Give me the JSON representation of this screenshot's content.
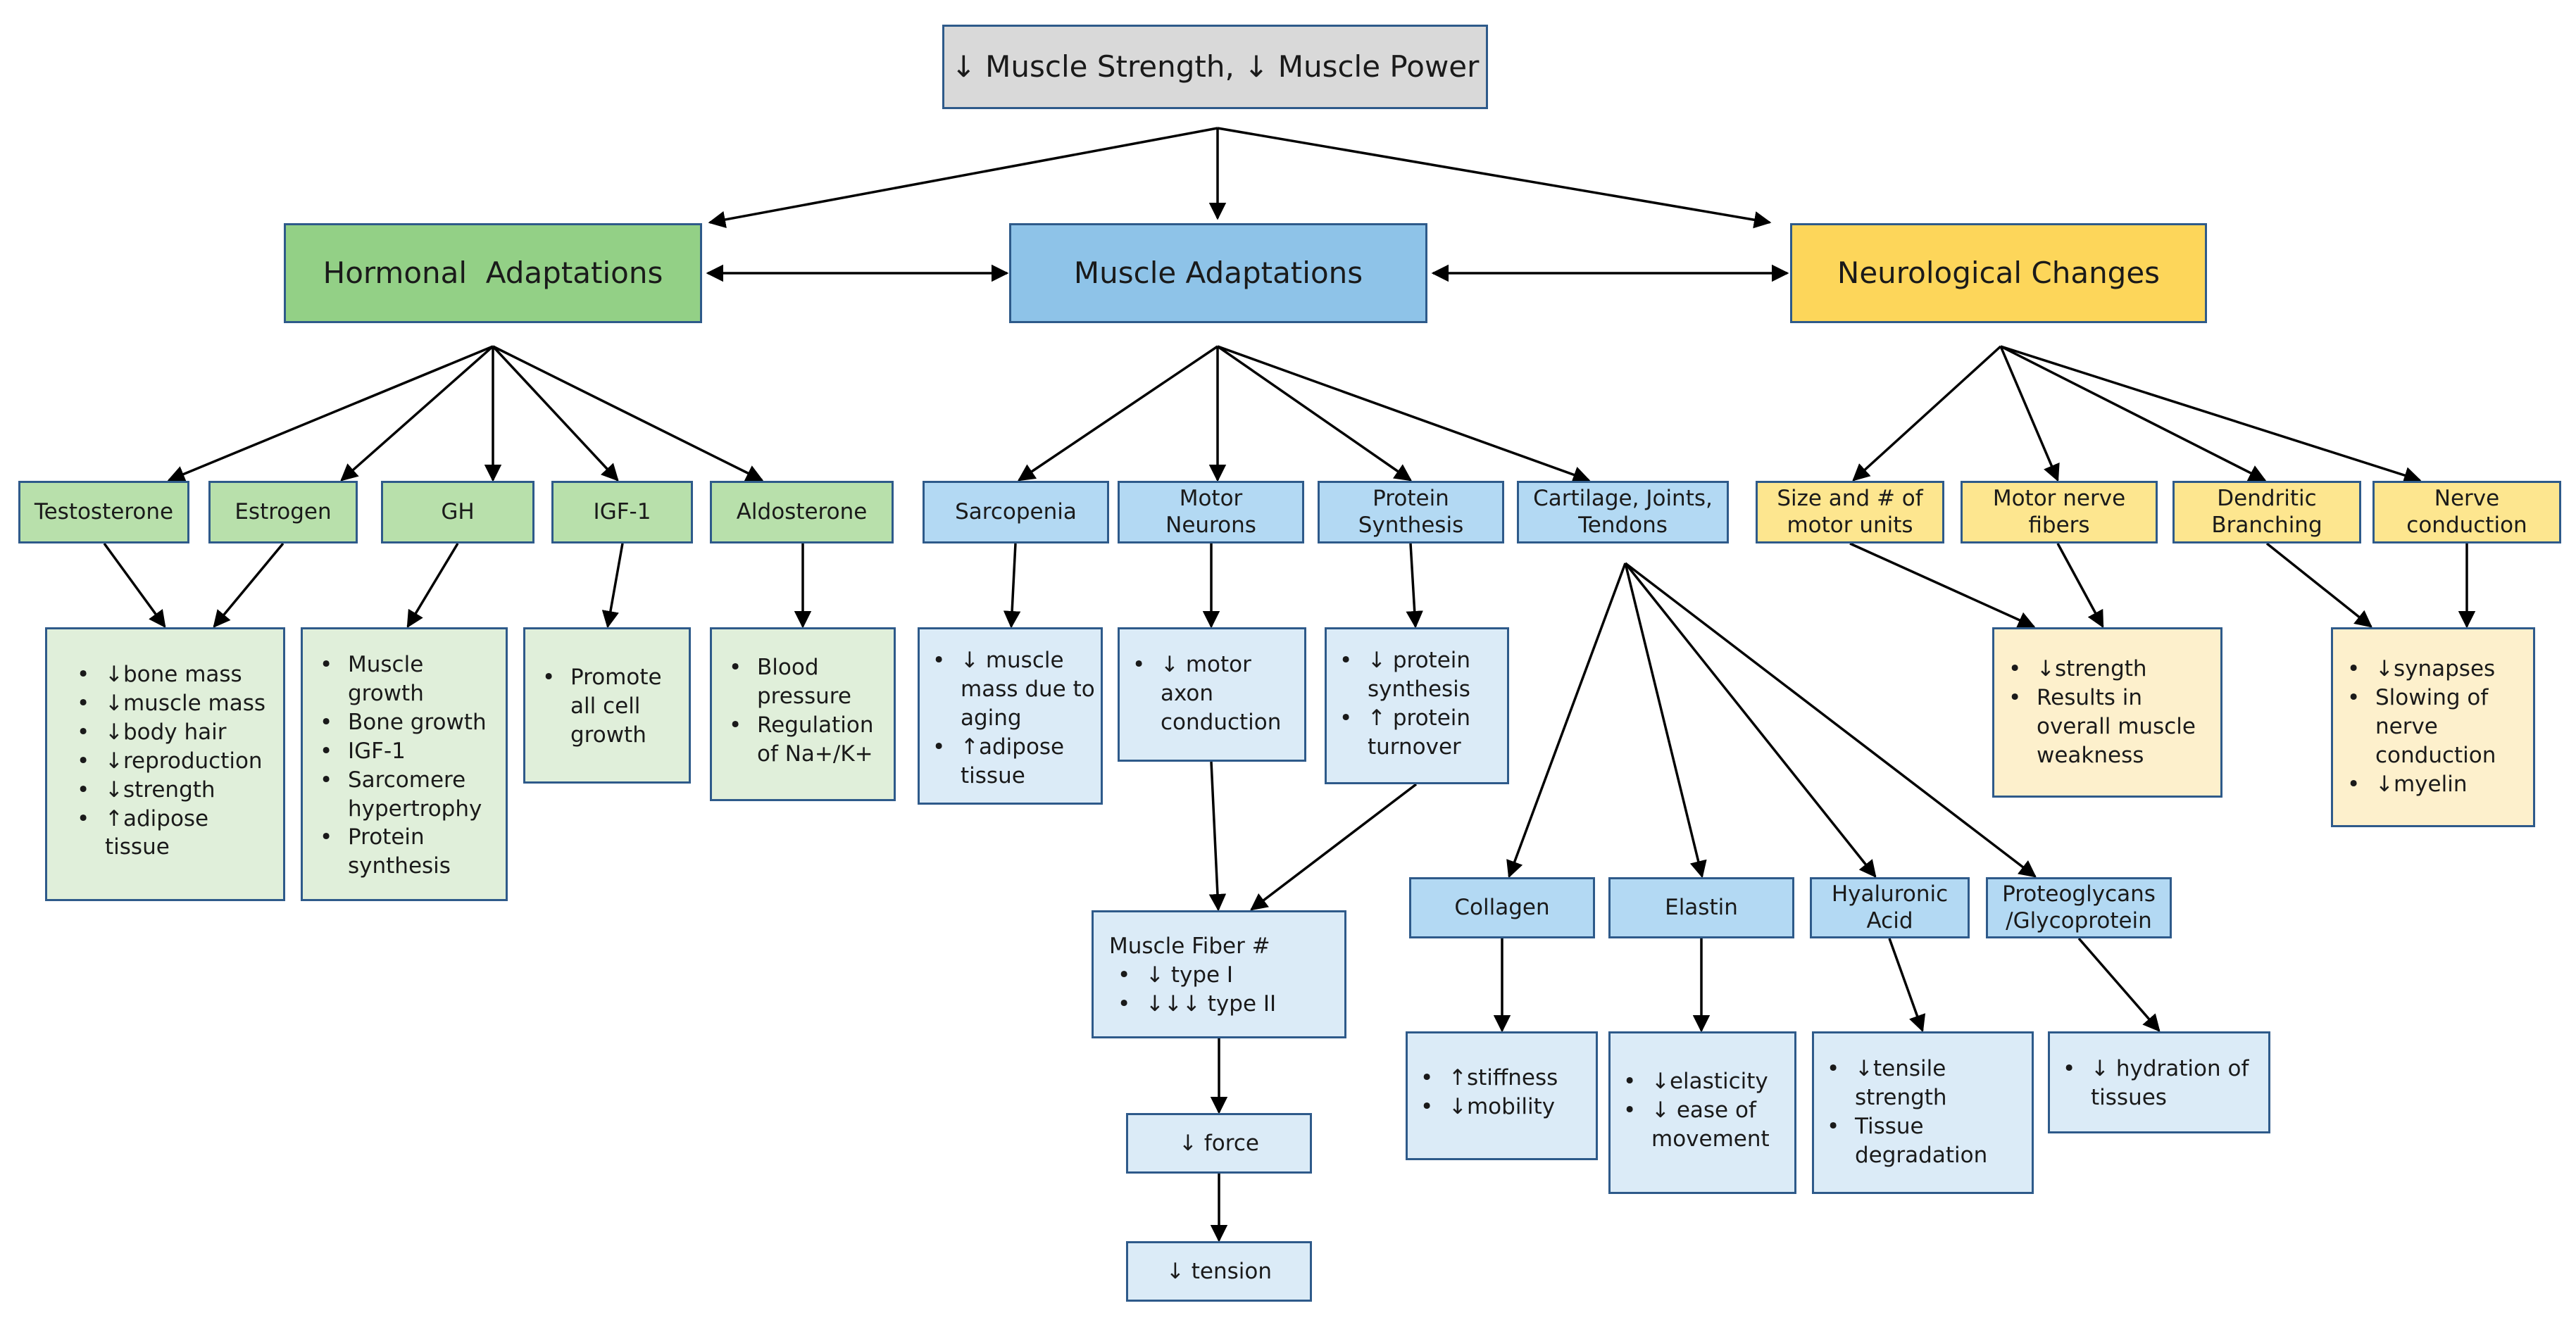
{
  "top": {
    "label": "↓ Muscle Strength, ↓ Muscle Power"
  },
  "categories": {
    "hormonal": "Hormonal  Adaptations",
    "muscle": "Muscle Adaptations",
    "neuro": "Neurological Changes"
  },
  "hormonal": {
    "testosterone": "Testosterone",
    "estrogen": "Estrogen",
    "gh": "GH",
    "igf1": "IGF-1",
    "aldosterone": "Aldosterone",
    "sex_effects": [
      "↓bone mass",
      "↓muscle mass",
      "↓body hair",
      "↓reproduction",
      "↓strength",
      "↑adipose tissue"
    ],
    "gh_effects": [
      "Muscle growth",
      "Bone growth",
      "IGF-1",
      "Sarcomere hypertrophy",
      "Protein synthesis"
    ],
    "igf1_effects": [
      "Promote all cell growth"
    ],
    "aldosterone_effects": [
      "Blood pressure",
      "Regulation of Na+/K+"
    ]
  },
  "muscle": {
    "sarcopenia": "Sarcopenia",
    "motor_neurons": "Motor\nNeurons",
    "protein_synthesis": "Protein\nSynthesis",
    "cartilage": "Cartilage, Joints,\nTendons",
    "sarcopenia_effects": [
      "↓ muscle mass due to aging",
      "↑adipose tissue"
    ],
    "motor_effects": [
      "↓ motor axon conduction"
    ],
    "protein_effects": [
      "↓ protein synthesis",
      "↑ protein turnover"
    ],
    "fiber_title": "Muscle Fiber #",
    "fiber_items": [
      "↓ type I",
      "↓↓↓ type II"
    ],
    "force": "↓ force",
    "tension": "↓ tension",
    "collagen": "Collagen",
    "elastin": "Elastin",
    "hyaluronic": "Hyaluronic\nAcid",
    "proteoglycans": "Proteoglycans\n/Glycoprotein",
    "collagen_effects": [
      "↑stiffness",
      "↓mobility"
    ],
    "elastin_effects": [
      "↓elasticity",
      "↓ ease of movement"
    ],
    "hyaluronic_effects": [
      "↓tensile strength",
      "Tissue degradation"
    ],
    "proteoglycans_effects": [
      "↓ hydration of tissues"
    ]
  },
  "neuro": {
    "motor_units": "Size and # of\nmotor units",
    "motor_nerve": "Motor nerve\nfibers",
    "dendritic": "Dendritic\nBranching",
    "nerve_conduction": "Nerve\nconduction",
    "strength_effects": [
      "↓strength",
      "Results in overall muscle weakness"
    ],
    "conduction_effects": [
      "↓synapses",
      "Slowing of nerve conduction",
      "↓myelin"
    ]
  },
  "colors": {
    "border": "#2e5a8a",
    "top_fill": "#d9d9d9",
    "hormonal_fill": "#93d086",
    "muscle_fill": "#8ec3e8",
    "neuro_fill": "#fdd65a",
    "hormonal_detail": "#e0efda",
    "muscle_detail": "#dbebf7",
    "neuro_detail": "#fdf0cc"
  }
}
